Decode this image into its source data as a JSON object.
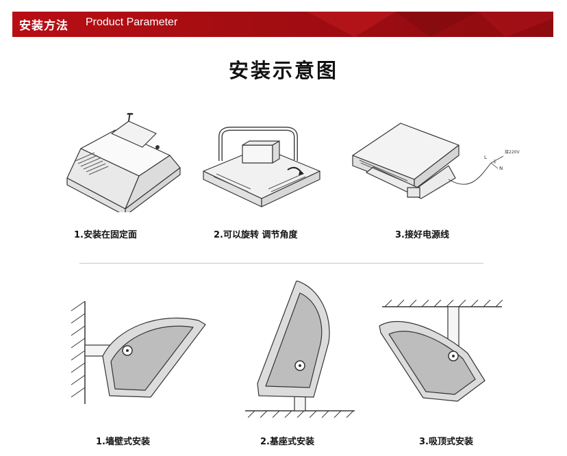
{
  "banner": {
    "title_cn": "安装方法",
    "title_en": "Product Parameter"
  },
  "title": "安装示意图",
  "steps": [
    {
      "label": "1.安装在固定面"
    },
    {
      "label": "2.可以旋转 调节角度"
    },
    {
      "label": "3.接好电源线"
    }
  ],
  "wiring": {
    "power": "接220V",
    "l": "L",
    "e": "⏚",
    "n": "N"
  },
  "mounts": [
    {
      "label": "1.墙壁式安装"
    },
    {
      "label": "2.基座式安装"
    },
    {
      "label": "3.吸顶式安装"
    }
  ]
}
